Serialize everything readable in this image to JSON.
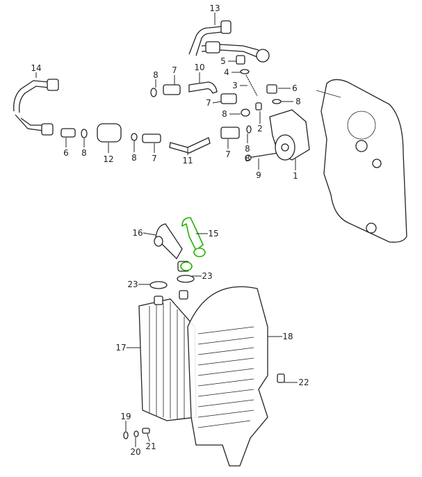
{
  "diagram": {
    "highlight_color": "#22b000",
    "labels": [
      "13",
      "14",
      "5",
      "4",
      "3",
      "6",
      "8",
      "10",
      "7",
      "8",
      "7",
      "8",
      "2",
      "8",
      "6",
      "8",
      "12",
      "8",
      "7",
      "11",
      "7",
      "8",
      "9",
      "1",
      "16",
      "15",
      "23",
      "23",
      "17",
      "18",
      "22",
      "19",
      "20",
      "21"
    ]
  }
}
